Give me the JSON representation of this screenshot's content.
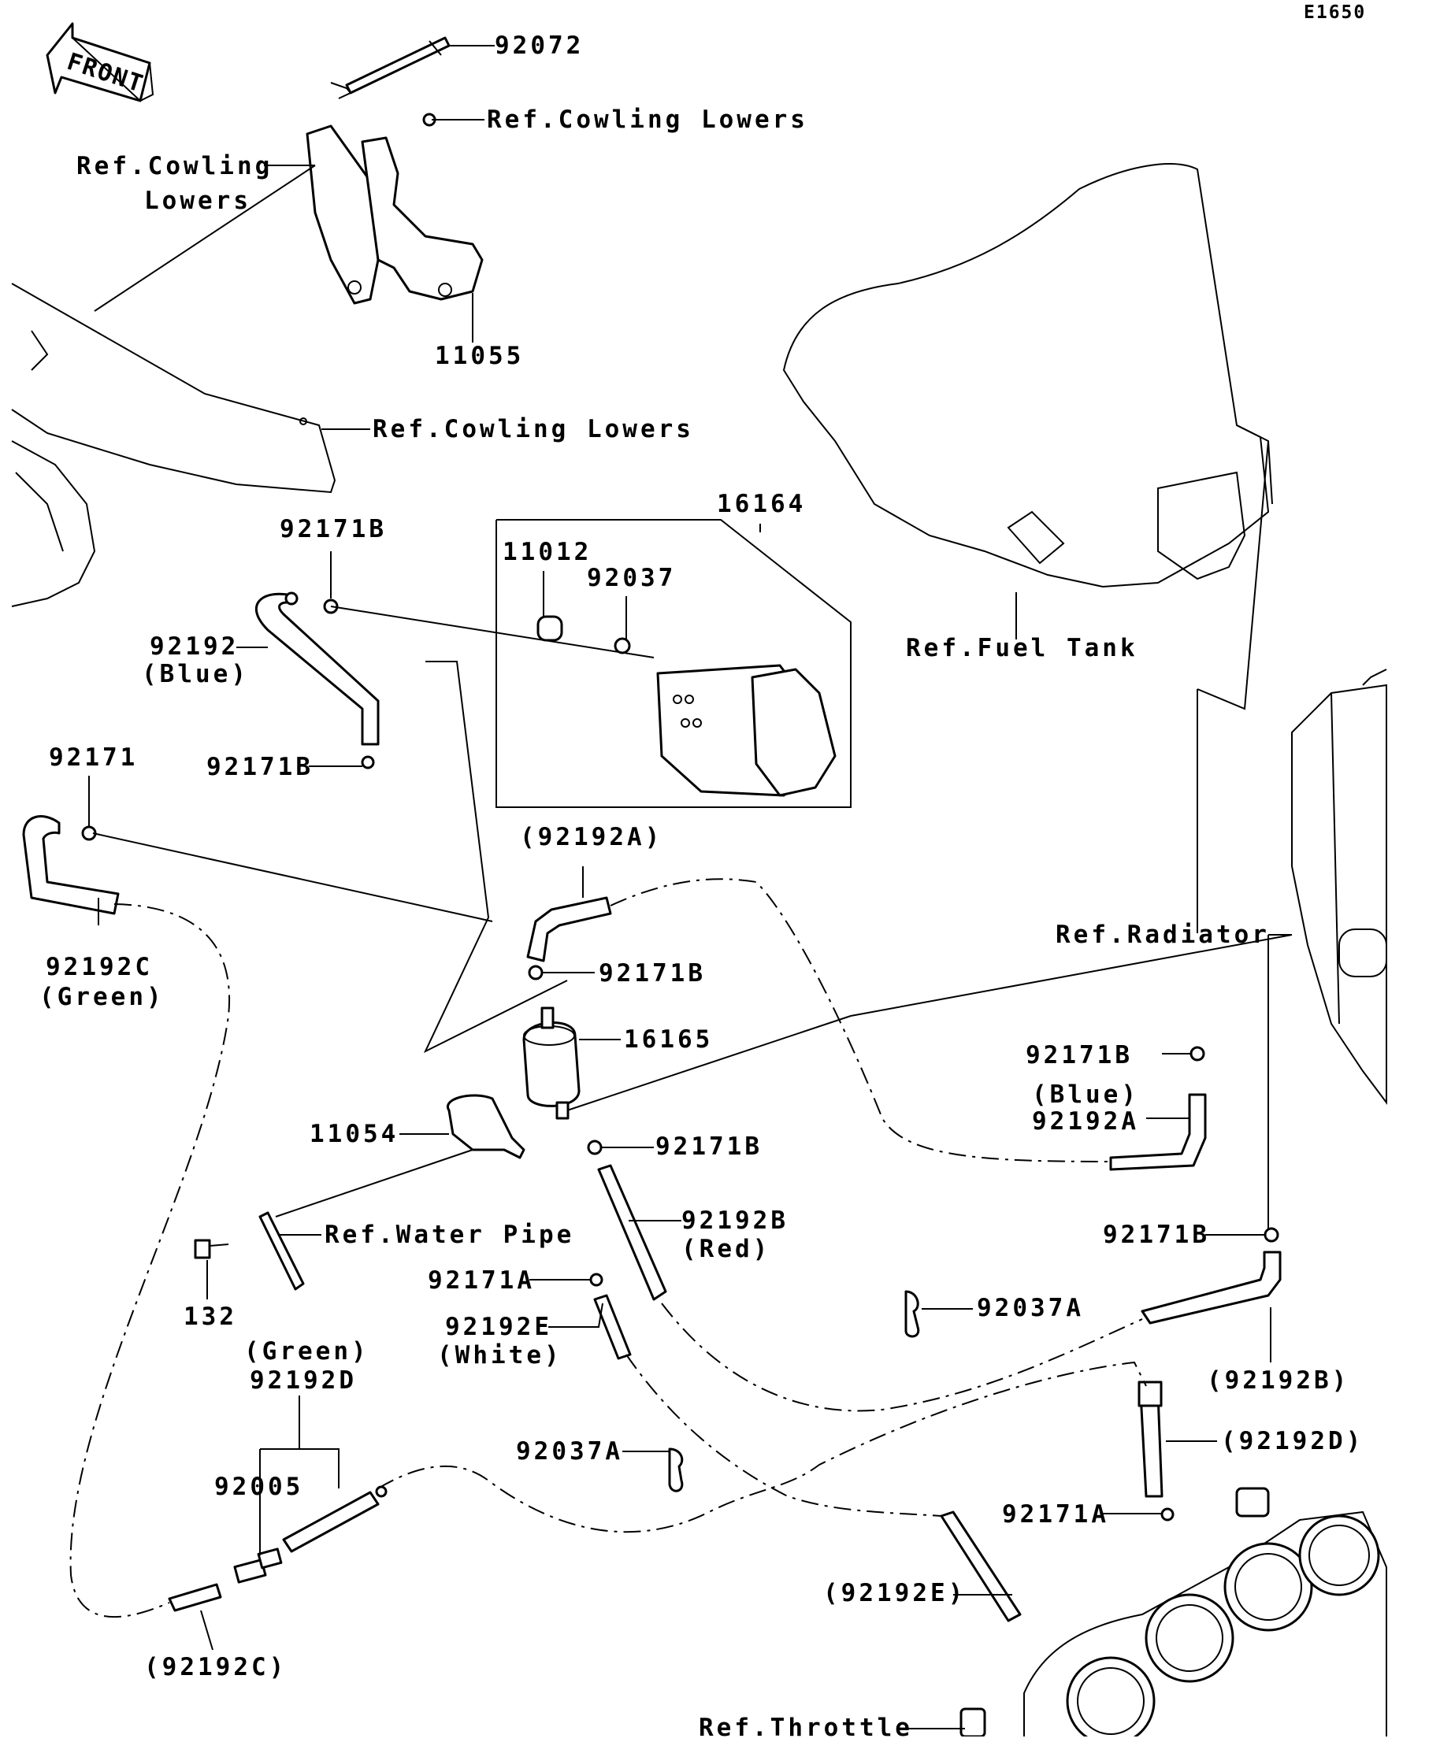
{
  "diagram_code": "E1650",
  "front_label": "FRONT",
  "labels": {
    "p92072": "92072",
    "ref_cowling_lowers_top": "Ref.Cowling Lowers",
    "ref_cowling_lowers_left_1": "Ref.Cowling",
    "ref_cowling_lowers_left_2": "Lowers",
    "p11055": "11055",
    "ref_cowling_lowers_mid": "Ref.Cowling Lowers",
    "p16164": "16164",
    "p11012": "11012",
    "p92037": "92037",
    "p92171B_1": "92171B",
    "p92192": "92192",
    "p92192_color": "(Blue)",
    "ref_fuel_tank": "Ref.Fuel Tank",
    "p92171": "92171",
    "p92171B_2": "92171B",
    "p92192C": "92192C",
    "p92192C_color": "(Green)",
    "p92192A_ref": "(92192A)",
    "ref_radiator": "Ref.Radiator",
    "p92171B_3": "92171B",
    "p16165": "16165",
    "p92171B_4": "92171B",
    "p92192A_color": "(Blue)",
    "p92192A": "92192A",
    "p11054": "11054",
    "p92171B_5": "92171B",
    "ref_water_pipe": "Ref.Water Pipe",
    "p92192B": "92192B",
    "p92192B_color": "(Red)",
    "p92171B_6": "92171B",
    "p92171A_1": "92171A",
    "p92037A_1": "92037A",
    "p132": "132",
    "p92192E": "92192E",
    "p92192E_color": "(White)",
    "p92192D_color": "(Green)",
    "p92192D": "92192D",
    "p92192B_ref": "(92192B)",
    "p92192D_ref": "(92192D)",
    "p92037A_2": "92037A",
    "p92005": "92005",
    "p92171A_2": "92171A",
    "p92192E_ref": "(92192E)",
    "p92192C_ref": "(92192C)",
    "ref_throttle": "Ref.Throttle"
  }
}
